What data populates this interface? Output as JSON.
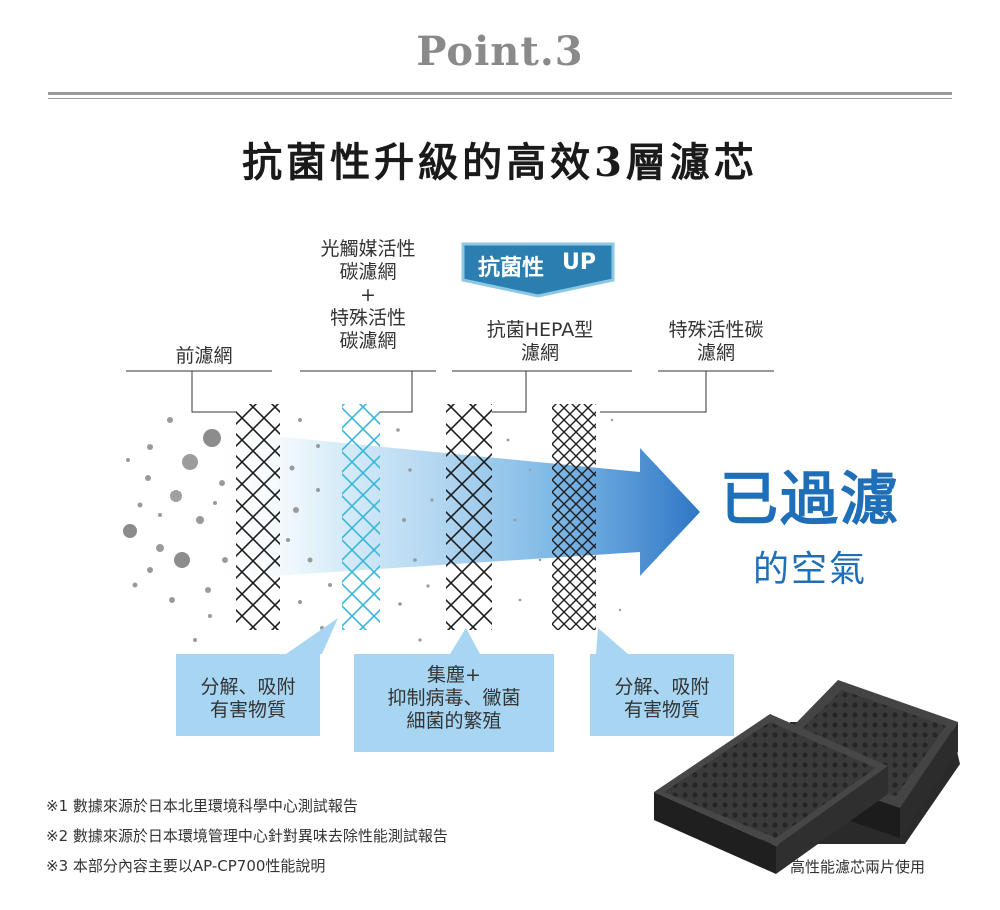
{
  "header": {
    "point_label": "Point.3",
    "heading": "抗菌性升級的高效3層濾芯"
  },
  "filters": {
    "layer1": {
      "label_lines": [
        "前濾網"
      ]
    },
    "layer2": {
      "label_lines": [
        "光觸媒活性",
        "碳濾網",
        "+",
        "特殊活性",
        "碳濾網"
      ]
    },
    "layer3": {
      "badge_text": "抗菌性",
      "badge_up": "UP",
      "label_lines": [
        "抗菌HEPA型",
        "濾網"
      ]
    },
    "layer4": {
      "label_lines": [
        "特殊活性碳",
        "濾網"
      ]
    }
  },
  "callouts": [
    {
      "lines": [
        "分解、吸附",
        "有害物質"
      ]
    },
    {
      "lines": [
        "集塵+",
        "抑制病毒、黴菌",
        "細菌的繁殖"
      ]
    },
    {
      "lines": [
        "分解、吸附",
        "有害物質"
      ]
    }
  ],
  "result": {
    "line1": "已過濾",
    "line2": "的空氣"
  },
  "notes": [
    "※1  數據來源於日本北里環境科學中心測試報告",
    "※2  數據來源於日本環境管理中心針對異味去除性能測試報告",
    "※3  本部分內容主要以AP-CP700性能說明"
  ],
  "product_caption": "高性能濾芯兩片使用",
  "colors": {
    "accent_blue": "#1f6fb8",
    "callout_blue": "#a8d6f2",
    "badge_blue": "#2a7fb0",
    "filter_cyan": "#3ab7d8",
    "filter_dark": "#222222"
  }
}
